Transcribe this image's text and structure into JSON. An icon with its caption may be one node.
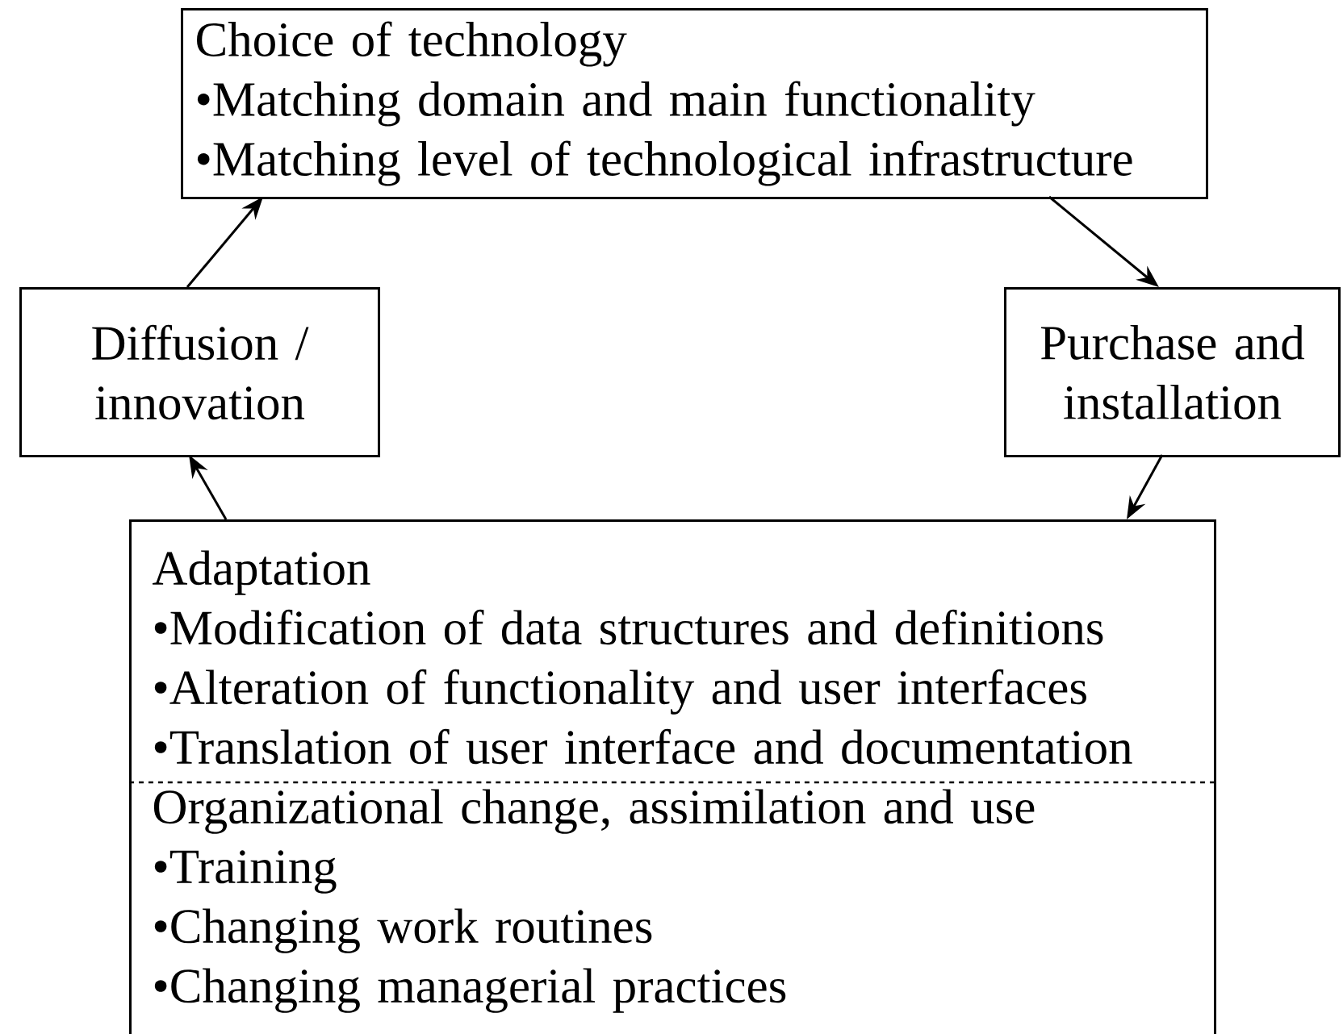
{
  "diagram": {
    "nodes": [
      {
        "text": [
          "Choice of technology",
          "•Matching domain and main functionality",
          "•Matching level of technological infrastructure"
        ]
      },
      {
        "text": [
          "Diffusion / innovation"
        ]
      },
      {
        "text": [
          "Purchase and installation"
        ]
      },
      {
        "text": [
          "Adaptation",
          "•Modification of data structures and definitions",
          "•Alteration of functionality and user interfaces",
          "•Translation of user interface and documentation",
          "Organizational change, assimilation and use",
          "•Training",
          "•Changing work routines",
          "•Changing managerial practices"
        ]
      }
    ],
    "edges": [
      {
        "from": 1,
        "to": 0,
        "arrow": "to"
      },
      {
        "from": 0,
        "to": 2,
        "arrow": "to"
      },
      {
        "from": 2,
        "to": 3,
        "arrow": "to"
      },
      {
        "from": 3,
        "to": 1,
        "arrow": "to"
      }
    ]
  }
}
